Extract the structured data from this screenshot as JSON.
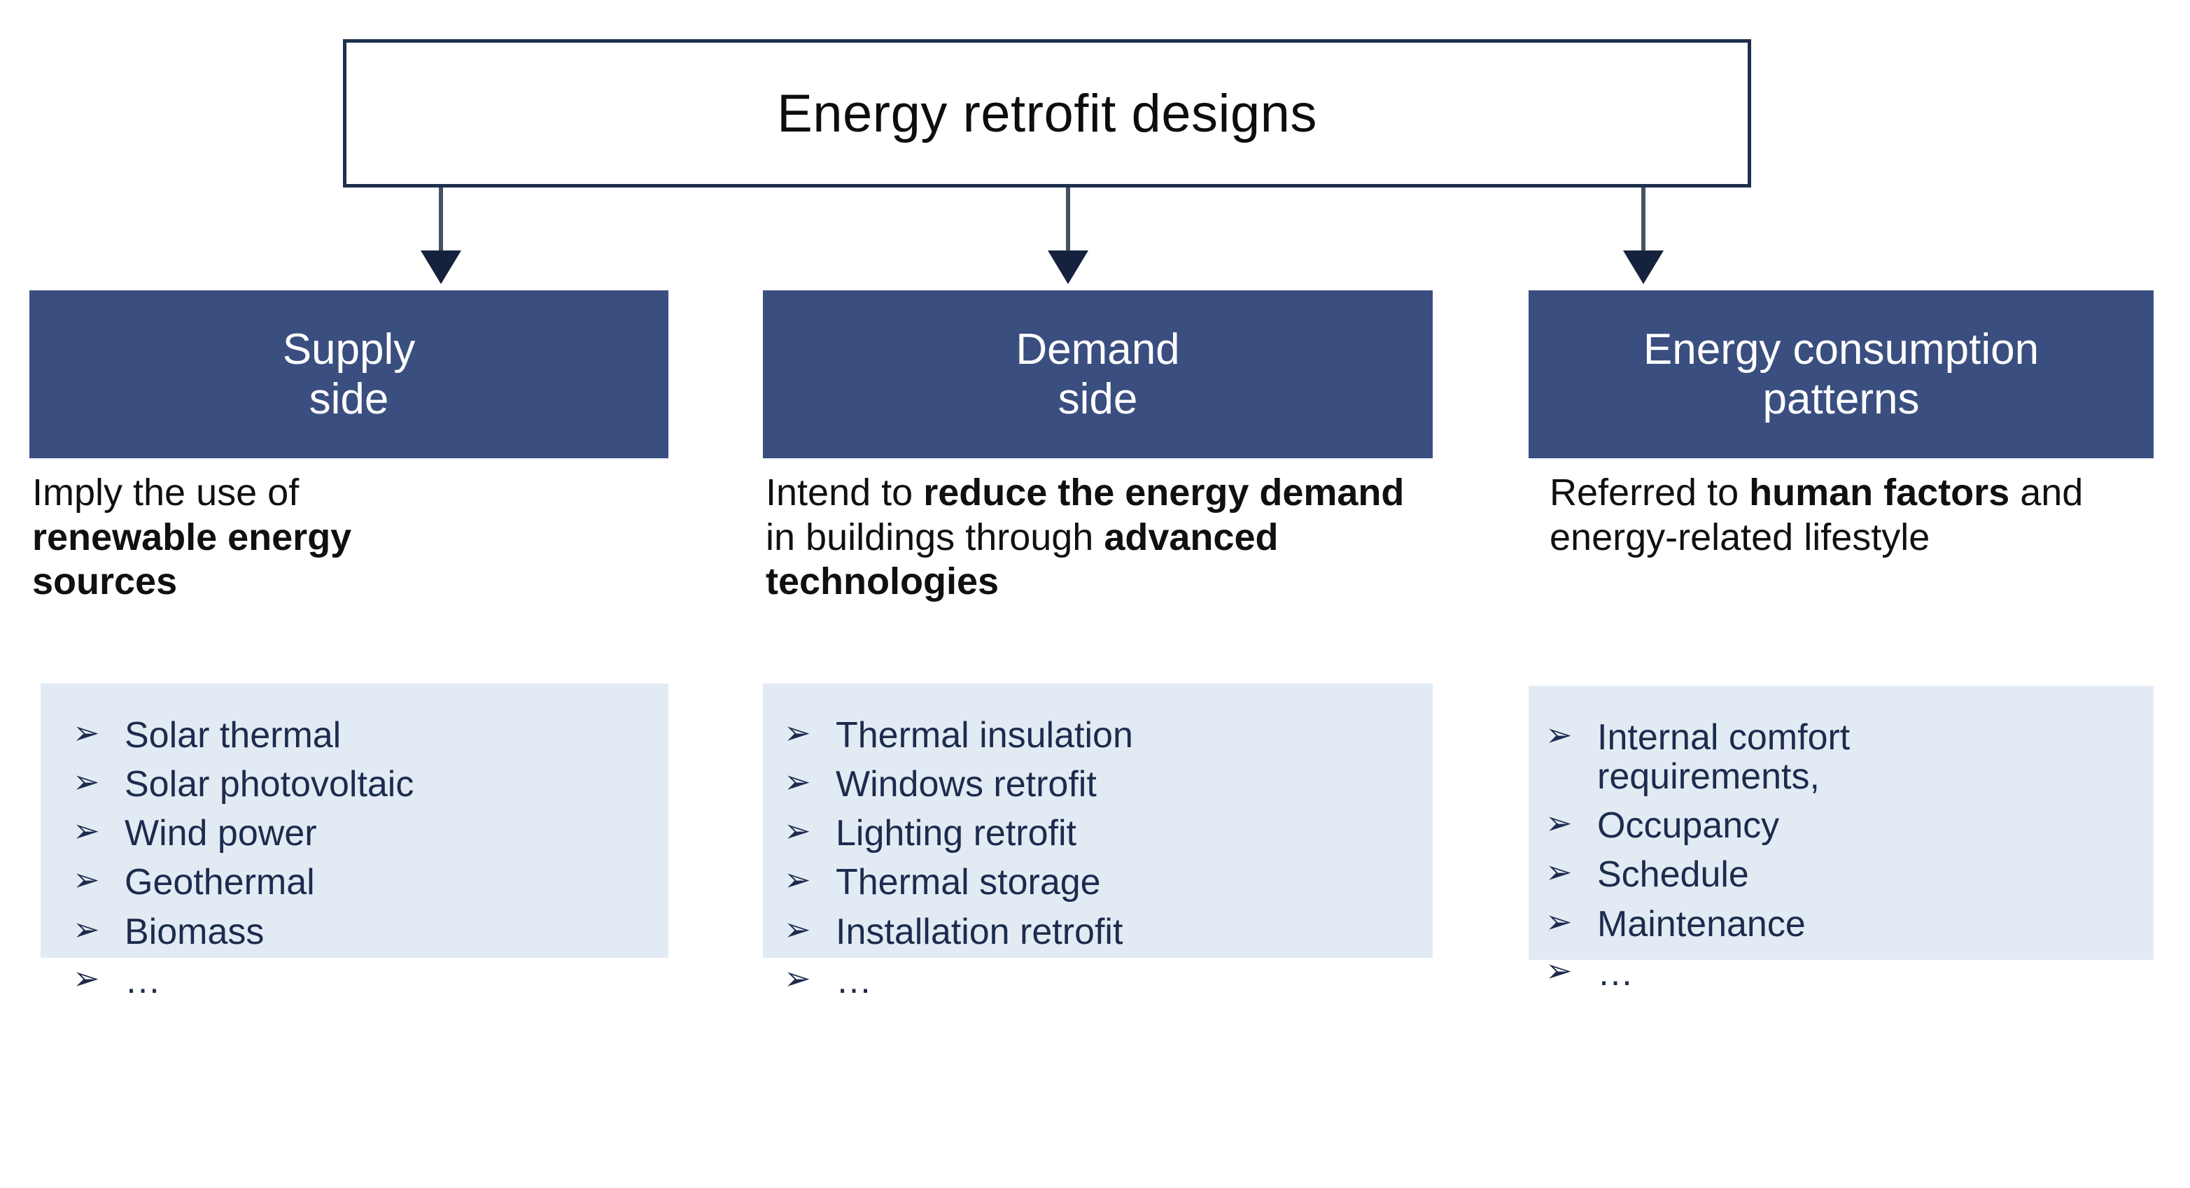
{
  "title": {
    "text": "Energy retrofit designs"
  },
  "colors": {
    "header_fill": "#3a4e80",
    "header_text": "#ffffff",
    "list_fill": "#e2eaf4",
    "list_text": "#1d2b4d",
    "title_border": "#1f2f4d",
    "connector": "#465166",
    "arrow_head": "#14223d",
    "body_text": "#101010"
  },
  "bullet_glyph": "➢",
  "columns": [
    {
      "id": "supply-side",
      "header_lines": [
        "Supply",
        "side"
      ],
      "description": [
        {
          "text": "Imply the use of ",
          "bold": false
        },
        {
          "text": "renewable energy sources",
          "bold": true
        }
      ],
      "description_plain": "Imply the use of renewable energy sources",
      "items": [
        "Solar thermal",
        "Solar photovoltaic",
        "Wind power",
        "Geothermal",
        "Biomass",
        "…"
      ]
    },
    {
      "id": "demand-side",
      "header_lines": [
        "Demand",
        "side"
      ],
      "description": [
        {
          "text": "Intend to ",
          "bold": false
        },
        {
          "text": "reduce the energy demand",
          "bold": true
        },
        {
          "text": " in buildings  through ",
          "bold": false
        },
        {
          "text": "advanced technologies",
          "bold": true
        }
      ],
      "description_plain": "Intend to reduce the energy demand in buildings through advanced technologies",
      "items": [
        "Thermal insulation",
        "Windows retrofit",
        "Lighting retrofit",
        "Thermal storage",
        "Installation retrofit",
        "…"
      ]
    },
    {
      "id": "energy-consumption-patterns",
      "header_lines": [
        "Energy consumption",
        "patterns"
      ],
      "description": [
        {
          "text": "Referred to ",
          "bold": false
        },
        {
          "text": "human factors",
          "bold": true
        },
        {
          "text": " and energy-related lifestyle",
          "bold": false
        }
      ],
      "description_plain": "Referred to human factors and energy-related lifestyle",
      "items": [
        "Internal comfort requirements,",
        "Occupancy",
        "Schedule",
        "Maintenance",
        "…"
      ]
    }
  ]
}
